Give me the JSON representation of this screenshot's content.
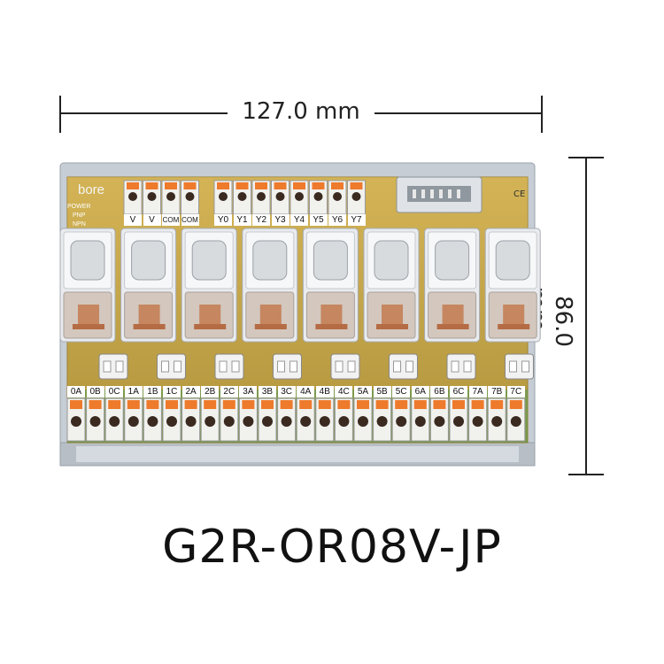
{
  "dimensions": {
    "width": "127.0 mm",
    "height": "86.0 mm"
  },
  "model": "G2R-OR08V-JP",
  "board": {
    "brand": "bore",
    "indicators": [
      "POWER",
      "PNP",
      "NPN"
    ],
    "power_terminals": [
      "V",
      "V",
      "COM",
      "COM"
    ],
    "input_terminals": [
      "Y0",
      "Y1",
      "Y2",
      "Y3",
      "Y4",
      "Y5",
      "Y6",
      "Y7"
    ],
    "output_terminals": [
      "0A",
      "0B",
      "0C",
      "1A",
      "1B",
      "1C",
      "2A",
      "2B",
      "2C",
      "3A",
      "3B",
      "3C",
      "4A",
      "4B",
      "4C",
      "5A",
      "5B",
      "5C",
      "6A",
      "6B",
      "6C",
      "7A",
      "7B",
      "7C"
    ],
    "relay_count": 8,
    "colors": {
      "pcb": "#c9a64a",
      "rail": "#c6cdd4",
      "terminal_orange": "#ee7a2c",
      "terminal_white": "#f1f1ee",
      "relay_shell": "#e9ebee"
    }
  }
}
